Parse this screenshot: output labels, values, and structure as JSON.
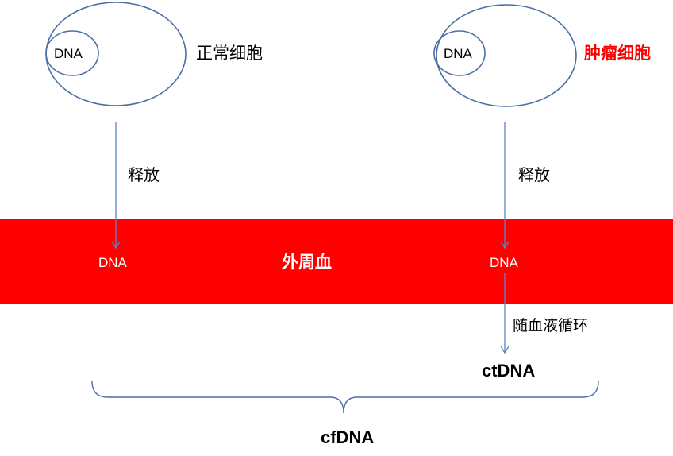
{
  "normal_cell": {
    "nucleus_label": "DNA",
    "label": "正常细胞"
  },
  "tumor_cell": {
    "nucleus_label": "DNA",
    "label": "肿瘤细胞"
  },
  "release_label_left": "释放",
  "release_label_right": "释放",
  "blood": {
    "title": "外周血",
    "dna_left": "DNA",
    "dna_right": "DNA"
  },
  "circulation_label": "随血液循环",
  "ctdna_label": "ctDNA",
  "cfdna_label": "cfDNA",
  "colors": {
    "outline": "#4a6fa5",
    "arrow": "#5b86c4",
    "blood": "#ff0000",
    "tumor_label": "#ff0000"
  }
}
